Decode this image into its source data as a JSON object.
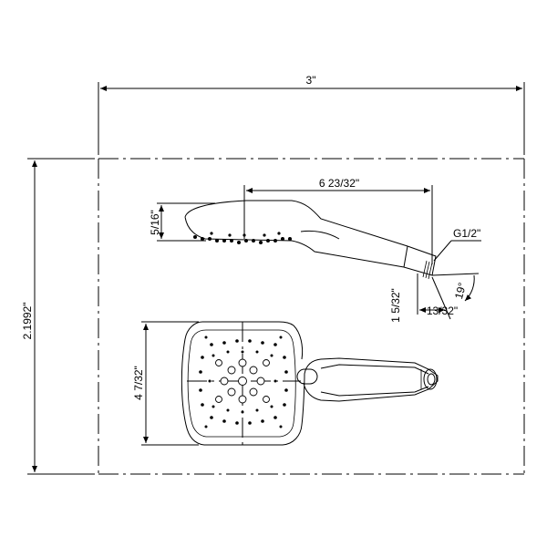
{
  "dimensions": {
    "overall_width": "3\"",
    "overall_height": "2.1992\"",
    "handle_length": "6 23/32\"",
    "head_thickness": "5/16\"",
    "thread": "G1/2\"",
    "neck_offset": "1 5/32\"",
    "connector_width": "13/32\"",
    "angle": "19°",
    "face_height": "4 7/32\""
  }
}
